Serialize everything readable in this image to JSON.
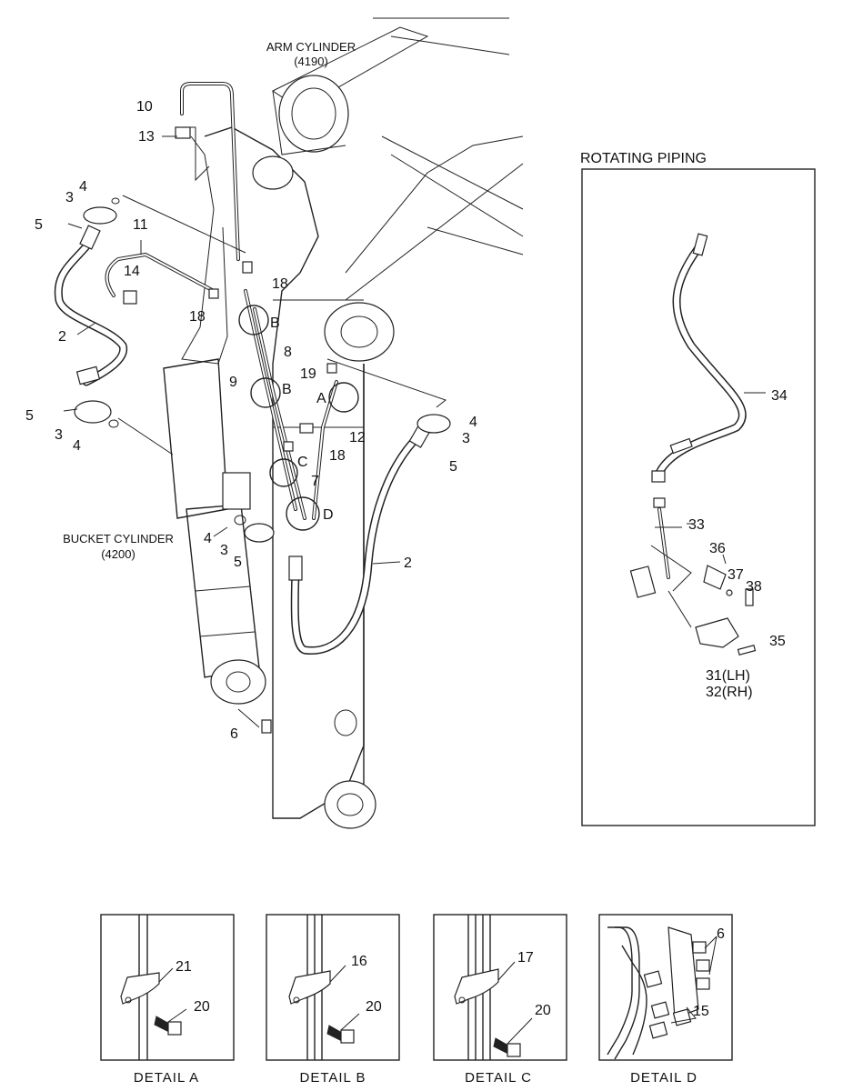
{
  "titles": {
    "arm_cylinder": "ARM CYLINDER",
    "arm_cylinder_code": "(4190)",
    "bucket_cylinder": "BUCKET CYLINDER",
    "bucket_cylinder_code": "(4200)",
    "rotating_piping": "ROTATING PIPING"
  },
  "callouts": {
    "c10": "10",
    "c13": "13",
    "c4a": "4",
    "c3a": "3",
    "c5a": "5",
    "c11": "11",
    "c14": "14",
    "c2a": "2",
    "c18a": "18",
    "c18b": "18",
    "c9": "9",
    "c8": "8",
    "c19": "19",
    "cA": "A",
    "cB1": "B",
    "cB2": "B",
    "c12": "12",
    "c18c": "18",
    "c4b": "4",
    "c3b": "3",
    "c5b": "5",
    "cC": "C",
    "c7": "7",
    "cD": "D",
    "c5c": "5",
    "c3c": "3",
    "c4c": "4",
    "c4d": "4",
    "c3d": "3",
    "c5d": "5",
    "c2b": "2",
    "c6": "6",
    "r34": "34",
    "r33": "33",
    "r36": "36",
    "r37": "37",
    "r38": "38",
    "r35": "35",
    "r31": "31(LH)",
    "r32": "32(RH)"
  },
  "details": {
    "a": {
      "caption": "DETAIL  A",
      "n1": "21",
      "n2": "20"
    },
    "b": {
      "caption": "DETAIL  B",
      "n1": "16",
      "n2": "20"
    },
    "c": {
      "caption": "DETAIL  C",
      "n1": "17",
      "n2": "20"
    },
    "d": {
      "caption": "DETAIL  D",
      "n1": "6",
      "n2": "15"
    }
  }
}
